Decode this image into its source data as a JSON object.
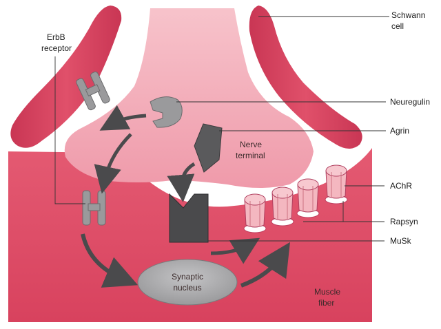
{
  "labels": {
    "schwann_cell": [
      "Schwann",
      "cell"
    ],
    "erbb_receptor": [
      "ErbB",
      "receptor"
    ],
    "neuregulin": "Neuregulin",
    "agrin": "Agrin",
    "nerve_terminal": [
      "Nerve",
      "terminal"
    ],
    "achr": "AChR",
    "rapsyn": "Rapsyn",
    "musk": "MuSk",
    "synaptic_nucleus": [
      "Synaptic",
      "nucleus"
    ],
    "muscle_fiber": [
      "Muscle",
      "fiber"
    ]
  },
  "colors": {
    "muscle": "#e0506a",
    "schwann": "#d94460",
    "nerve_terminal": "#f2a5b2",
    "receptor_gray": "#9a9a9c",
    "musk_dark": "#4a4a4c",
    "nucleus_gray": "#a9a9ab",
    "achr_pink": "#f4b7c0"
  }
}
